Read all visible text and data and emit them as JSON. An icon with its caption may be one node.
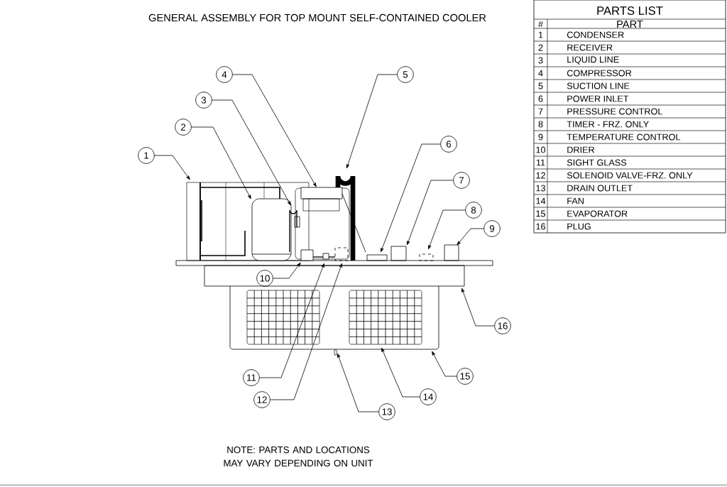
{
  "diagram": {
    "nodes": [
      {
        "text": [
          "1"
        ]
      },
      {
        "text": [
          "2"
        ]
      },
      {
        "text": [
          "3"
        ]
      },
      {
        "text": [
          "4"
        ]
      },
      {
        "text": [
          "5"
        ]
      },
      {
        "text": [
          "6"
        ]
      },
      {
        "text": [
          "7"
        ]
      },
      {
        "text": [
          "8"
        ]
      },
      {
        "text": [
          "9"
        ]
      },
      {
        "text": [
          "10"
        ]
      },
      {
        "text": [
          "11"
        ]
      },
      {
        "text": [
          "12"
        ]
      },
      {
        "text": [
          "13"
        ]
      },
      {
        "text": [
          "14"
        ]
      },
      {
        "text": [
          "15"
        ]
      },
      {
        "text": [
          "16"
        ]
      }
    ],
    "edges": [
      {
        "from": 0,
        "to": null,
        "arrow": "to"
      },
      {
        "from": 1,
        "to": null,
        "arrow": "to"
      },
      {
        "from": 2,
        "to": null,
        "arrow": "to"
      },
      {
        "from": 3,
        "to": null,
        "arrow": "to"
      },
      {
        "from": 4,
        "to": null,
        "arrow": "to"
      },
      {
        "from": 5,
        "to": null,
        "arrow": "to"
      },
      {
        "from": 6,
        "to": null,
        "arrow": "to"
      },
      {
        "from": 7,
        "to": null,
        "arrow": "to"
      },
      {
        "from": 8,
        "to": null,
        "arrow": "to"
      },
      {
        "from": 9,
        "to": null,
        "arrow": "to"
      },
      {
        "from": 10,
        "to": null,
        "arrow": "to"
      },
      {
        "from": 11,
        "to": null,
        "arrow": "to"
      },
      {
        "from": 12,
        "to": null,
        "arrow": "to"
      },
      {
        "from": 13,
        "to": null,
        "arrow": "to"
      },
      {
        "from": 14,
        "to": null,
        "arrow": "to"
      },
      {
        "from": 15,
        "to": null,
        "arrow": "to"
      }
    ],
    "labels": [
      "GENERAL ASSEMBLY FOR TOP MOUNT SELF-CONTAINED COOLER",
      "PARTS LIST",
      "#",
      "PART",
      "1",
      "CONDENSER",
      "2",
      "RECEIVER",
      "3",
      "LIQUID LINE",
      "4",
      "COMPRESSOR",
      "5",
      "SUCTION LINE",
      "6",
      "POWER INLET",
      "7",
      "PRESSURE CONTROL",
      "8",
      "TIMER - FRZ. ONLY",
      "9",
      "TEMPERATURE CONTROL",
      "10",
      "DRIER",
      "11",
      "SIGHT GLASS",
      "12",
      "SOLENOID VALVE-FRZ. ONLY",
      "13",
      "DRAIN OUTLET",
      "14",
      "FAN",
      "15",
      "EVAPORATOR",
      "16",
      "PLUG",
      "NOTE: PARTS AND LOCATIONS MAY VARY DEPENDING ON UNIT"
    ]
  }
}
